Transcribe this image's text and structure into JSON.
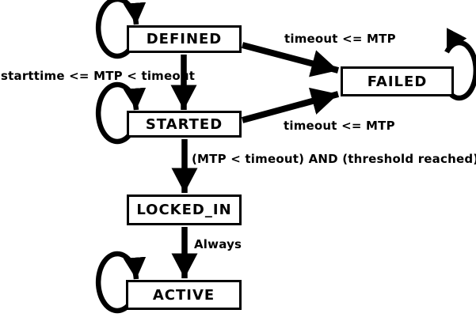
{
  "diagram": {
    "background_color": "#ffffff",
    "line_color": "#000000",
    "states": {
      "defined": {
        "label": "DEFINED",
        "self_loop": true
      },
      "failed": {
        "label": "FAILED",
        "self_loop": true
      },
      "started": {
        "label": "STARTED",
        "self_loop": true
      },
      "locked_in": {
        "label": "LOCKED_IN",
        "self_loop": false
      },
      "active": {
        "label": "ACTIVE",
        "self_loop": true
      }
    },
    "transitions": [
      {
        "from": "DEFINED",
        "to": "STARTED",
        "label": "starttime <= MTP < timeout"
      },
      {
        "from": "DEFINED",
        "to": "FAILED",
        "label": "timeout <= MTP"
      },
      {
        "from": "STARTED",
        "to": "FAILED",
        "label": "timeout <= MTP"
      },
      {
        "from": "STARTED",
        "to": "LOCKED_IN",
        "label": "(MTP < timeout) AND (threshold reached)"
      },
      {
        "from": "LOCKED_IN",
        "to": "ACTIVE",
        "label": "Always"
      }
    ]
  }
}
